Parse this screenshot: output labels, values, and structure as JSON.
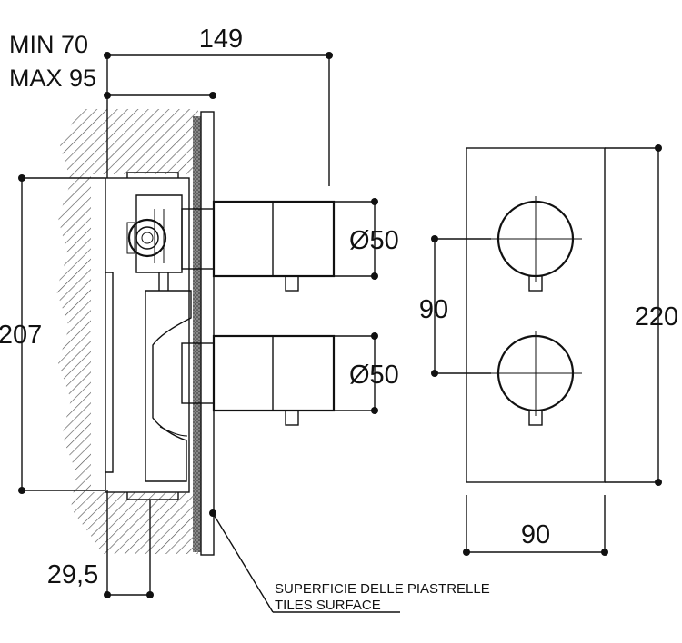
{
  "labels": {
    "min_depth": "MIN 70",
    "max_depth": "MAX 95",
    "total_depth": "149",
    "height_left": "207",
    "offset_bottom": "29,5",
    "knob_diameter_top": "Ø50",
    "knob_diameter_bottom": "Ø50",
    "knob_spacing": "90",
    "plate_height": "220",
    "plate_width": "90",
    "tiles_surface_it": "SUPERFICIE DELLE PIASTRELLE",
    "tiles_surface_en": "TILES SURFACE"
  },
  "colors": {
    "ink": "#111111",
    "background": "#ffffff"
  }
}
